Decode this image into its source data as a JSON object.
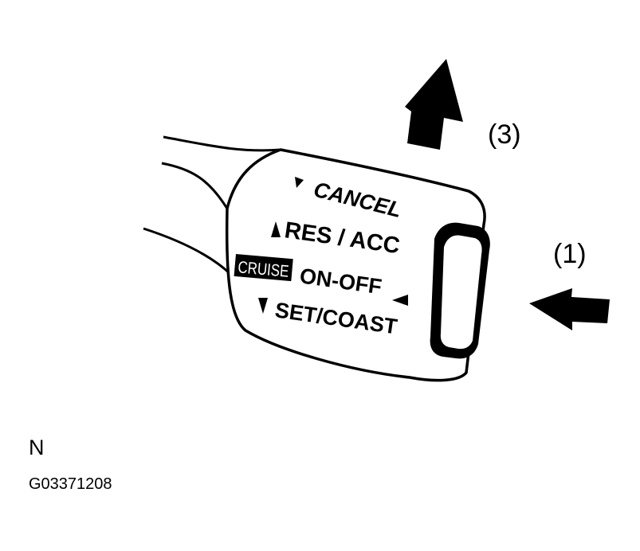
{
  "switch": {
    "cancel_label": "CANCEL",
    "res_acc_label": "RES / ACC",
    "cruise_label": "CRUISE",
    "on_off_label": "ON-OFF",
    "set_coast_label": "SET/COAST"
  },
  "callouts": {
    "push": "(1)",
    "pull": "(3)"
  },
  "footer": {
    "letter": "N",
    "code": "G03371208"
  }
}
